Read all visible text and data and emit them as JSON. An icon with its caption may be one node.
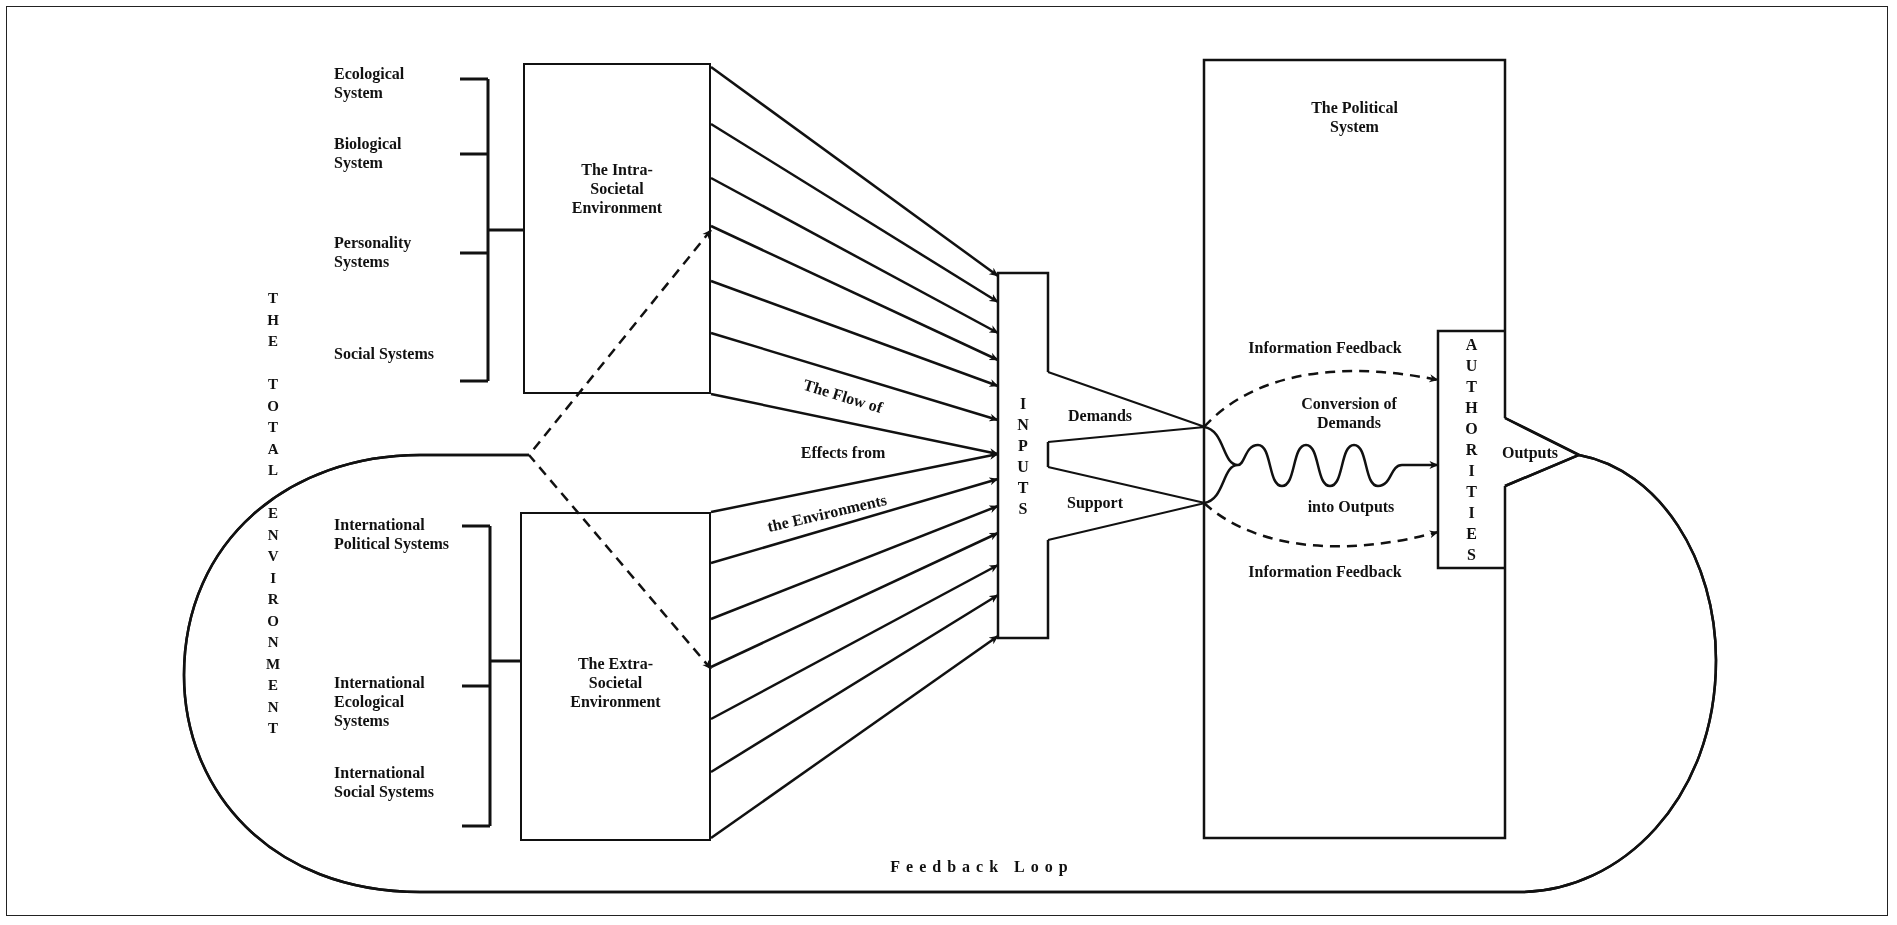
{
  "diagram": {
    "nodes": [
      {
        "text": [
          "The Intra-Societal Environment"
        ]
      },
      {
        "text": [
          "The Extra-Societal Environment"
        ]
      },
      {
        "text": [
          "INPUTS"
        ]
      },
      {
        "text": [
          "The Political System"
        ]
      },
      {
        "text": [
          "AUTHORITIES"
        ],
        "in": 3
      }
    ],
    "edges": [
      {
        "from": 0,
        "to": 2,
        "arrow": "to"
      },
      {
        "from": 0,
        "to": 2,
        "arrow": "to"
      },
      {
        "from": 0,
        "to": 2,
        "arrow": "to"
      },
      {
        "from": 0,
        "to": 2,
        "arrow": "to"
      },
      {
        "from": 0,
        "to": 2,
        "arrow": "to"
      },
      {
        "from": 0,
        "to": 2,
        "arrow": "to"
      },
      {
        "from": 0,
        "to": 2,
        "arrow": "to"
      },
      {
        "from": 1,
        "to": 2,
        "arrow": "to"
      },
      {
        "from": 1,
        "to": 2,
        "arrow": "to"
      },
      {
        "from": 1,
        "to": 2,
        "arrow": "to"
      },
      {
        "from": 1,
        "to": 2,
        "arrow": "to"
      },
      {
        "from": 1,
        "to": 2,
        "arrow": "to"
      },
      {
        "from": 1,
        "to": 2,
        "arrow": "to"
      },
      {
        "from": 1,
        "to": 2,
        "arrow": "to"
      },
      {
        "from": 4,
        "to": 0,
        "arrow": "to",
        "style": "dashed"
      },
      {
        "from": 4,
        "to": 1,
        "arrow": "to",
        "style": "dashed"
      },
      {
        "from": 2,
        "to": 3,
        "arrow": "none",
        "label": "Demands"
      },
      {
        "from": 2,
        "to": 3,
        "arrow": "none",
        "label": "Support"
      },
      {
        "from": 3,
        "to": 4,
        "arrow": "to",
        "style": "dashed",
        "label": "Information Feedback"
      },
      {
        "from": 3,
        "to": 4,
        "arrow": "to",
        "style": "dashed",
        "label": "Information Feedback"
      },
      {
        "from": 3,
        "to": 4,
        "arrow": "to"
      }
    ],
    "labels": [
      "Ecological System",
      "Biological System",
      "Personality Systems",
      "Social Systems",
      "International Political Systems",
      "International Ecological Systems",
      "International Social Systems",
      "THE TOTAL ENVIRONMENT",
      "The Flow of",
      "Effects from",
      "the Environments",
      "Conversion of Demands",
      "into Outputs",
      "Outputs",
      "Feedback Loop"
    ]
  }
}
